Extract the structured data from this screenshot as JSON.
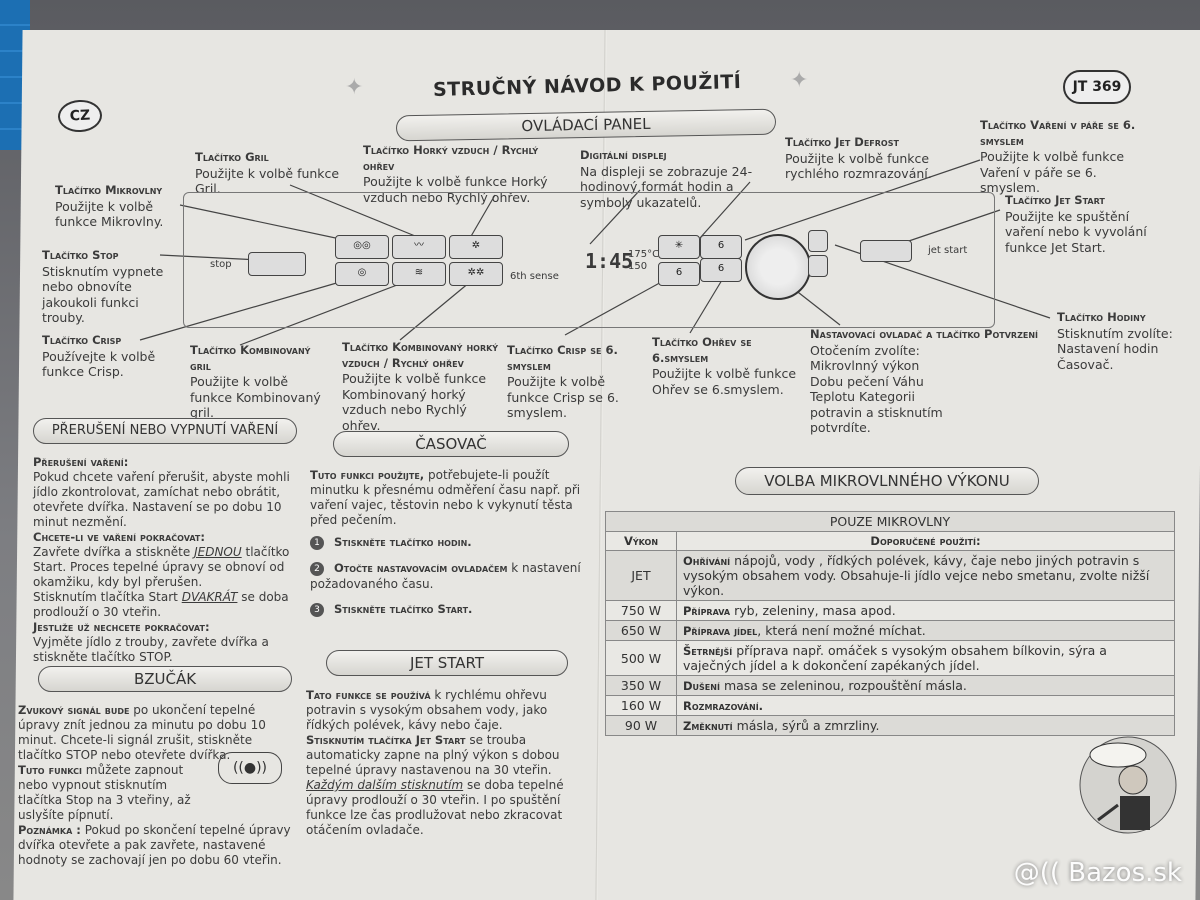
{
  "header": {
    "country_badge": "CZ",
    "title": "STRUČNÝ NÁVOD K POUŽITÍ",
    "model": "JT 369",
    "section_panel": "OVLÁDACÍ PANEL"
  },
  "callouts": {
    "gril": {
      "name": "Tlačítko Gril",
      "desc": "Použijte k volbě funkce Gril."
    },
    "horky": {
      "name": "Tlačítko Horký vzduch / Rychlý ohřev",
      "desc": "Použijte k volbě funkce Horký vzduch nebo Rychlý ohřev."
    },
    "displej": {
      "name": "Digitální displej",
      "desc": "Na displeji se zobrazuje 24-hodinový formát hodin a symboly ukazatelů."
    },
    "jetdefrost": {
      "name": "Tlačítko Jet Defrost",
      "desc": "Použijte k volbě funkce rychlého rozmrazování."
    },
    "varenipare": {
      "name": "Tlačítko Vaření v páře se 6. smyslem",
      "desc": "Použijte k volbě funkce Vaření v páře se 6. smyslem."
    },
    "mikrovlny": {
      "name": "Tlačítko Mikrovlny",
      "desc": "Použijte k volbě funkce Mikrovlny."
    },
    "jetstart": {
      "name": "Tlačítko Jet Start",
      "desc": "Použijte ke spuštění vaření nebo k vyvolání funkce Jet Start."
    },
    "stop": {
      "name": "Tlačítko Stop",
      "desc": "Stisknutím vypnete nebo obnovíte jakoukoli funkci trouby."
    },
    "crisp": {
      "name": "Tlačítko Crisp",
      "desc": "Používejte k volbě funkce Crisp."
    },
    "kombgril": {
      "name": "Tlačítko Kombinovaný gril",
      "desc": "Použijte k volbě funkce Kombinovaný gril."
    },
    "kombhorky": {
      "name": "Tlačítko Kombinovaný horký vzduch / Rychlý ohřev",
      "desc": "Použijte k volbě funkce Kombinovaný horký vzduch nebo Rychlý ohřev."
    },
    "crisp6": {
      "name": "Tlačítko Crisp se 6. smyslem",
      "desc": "Použijte k volbě funkce Crisp se 6. smyslem."
    },
    "ohrev6": {
      "name": "Tlačítko Ohřev se 6.smyslem",
      "desc": "Použijte k volbě funkce Ohřev se 6.smyslem."
    },
    "ovladac": {
      "name": "Nastavovací ovladač a tlačítko Potvrzení",
      "desc": "Otočením zvolíte: Mikrovlnný výkon Dobu pečení Váhu Teplotu Kategorii potravin a stisknutím potvrdíte."
    },
    "hodiny": {
      "name": "Tlačítko Hodiny",
      "desc": "Stisknutím zvolíte: Nastavení hodin Časovač."
    }
  },
  "panel": {
    "stop_label": "stop",
    "jetstart_label": "jet start",
    "display_time": "1:45",
    "display_temp": "175°C",
    "display_small": "150",
    "sense_label": "6th sense"
  },
  "preruseni": {
    "heading": "PŘERUŠENÍ NEBO VYPNUTÍ VAŘENÍ",
    "h1": "Přerušení vaření:",
    "p1": "Pokud chcete vaření přerušit, abyste mohli jídlo zkontrolovat, zamíchat nebo obrátit, otevřete dvířka. Nastavení se po dobu 10 minut nezmění.",
    "h2": "Chcete-li ve vaření pokračovat:",
    "p2a": "Zavřete dvířka a stiskněte",
    "p2u": "JEDNOU",
    "p2b": "tlačítko Start. Proces tepelné úpravy se obnoví od okamžiku, kdy byl přerušen.",
    "p3a": "Stisknutím tlačítka Start",
    "p3u": "DVAKRÁT",
    "p3b": "se doba prodlouží o 30 vteřin.",
    "h3": "Jestliže už nechcete pokračovat:",
    "p4": "Vyjměte jídlo z trouby, zavřete dvířka a stiskněte tlačítko STOP."
  },
  "bzucak": {
    "heading": "BZUČÁK",
    "p1h": "Zvukový signál bude",
    "p1": "po ukončení tepelné úpravy znít jednou za minutu po dobu 10 minut. Chcete-li signál zrušit, stiskněte tlačítko STOP nebo otevřete dvířka.",
    "p2h": "Tuto funkci",
    "p2": "můžete zapnout nebo vypnout stisknutím tlačítka Stop na 3 vteřiny, až uslyšíte pípnutí.",
    "p3h": "Poznámka :",
    "p3": "Pokud po skončení tepelné úpravy dvířka otevřete a pak zavřete, nastavené hodnoty se zachovají jen po dobu 60 vteřin."
  },
  "casovac": {
    "heading": "ČASOVAČ",
    "introh": "Tuto funkci použijte,",
    "intro": "potřebujete-li použít minutku k přesnému odměření času např. při vaření vajec, těstovin nebo k vykynutí těsta před pečením.",
    "steps": [
      {
        "n": "1",
        "h": "Stiskněte tlačítko hodin.",
        "t": ""
      },
      {
        "n": "2",
        "h": "Otočte nastavovacím ovladačem",
        "t": "k nastavení požadovaného času."
      },
      {
        "n": "3",
        "h": "Stiskněte tlačítko Start.",
        "t": ""
      }
    ]
  },
  "jetstart": {
    "heading": "JET START",
    "p1h": "Tato funkce se používá",
    "p1": "k rychlému ohřevu potravin s vysokým obsahem vody, jako řídkých polévek, kávy nebo čaje.",
    "p2h": "Stisknutím tlačítka Jet Start",
    "p2": "se trouba automaticky zapne na plný výkon s dobou tepelné úpravy nastavenou na 30 vteřin.",
    "p2u": "Každým dalším stisknutím",
    "p2c": "se doba tepelné úpravy prodlouží o 30 vteřin. I po spuštění funkce lze čas prodlužovat nebo zkracovat otáčením ovladače."
  },
  "volba": {
    "heading": "VOLBA MIKROVLNNÉHO VÝKONU",
    "table_title": "POUZE MIKROVLNY",
    "col1": "Výkon",
    "col2": "Doporučené použití:",
    "rows": [
      {
        "w": "JET",
        "h": "Ohřívání",
        "t": "nápojů, vody , řídkých polévek, kávy, čaje nebo jiných potravin s vysokým obsahem vody. Obsahuje-li jídlo vejce nebo smetanu, zvolte nižší výkon."
      },
      {
        "w": "750 W",
        "h": "Příprava",
        "t": "ryb, zeleniny, masa apod."
      },
      {
        "w": "650 W",
        "h": "Příprava jídel",
        "t": ", která není možné míchat."
      },
      {
        "w": "500 W",
        "h": "Šetrnější",
        "t": "příprava např. omáček s vysokým obsahem bílkovin, sýra a vaječných jídel a k dokončení zapékaných jídel."
      },
      {
        "w": "350 W",
        "h": "Dušení",
        "t": "masa se zeleninou, rozpouštění másla."
      },
      {
        "w": "160 W",
        "h": "Rozmrazování.",
        "t": ""
      },
      {
        "w": "90 W",
        "h": "Změknutí",
        "t": "másla, sýrů a zmrzliny."
      }
    ]
  },
  "watermark": "@(( Bazos.sk"
}
